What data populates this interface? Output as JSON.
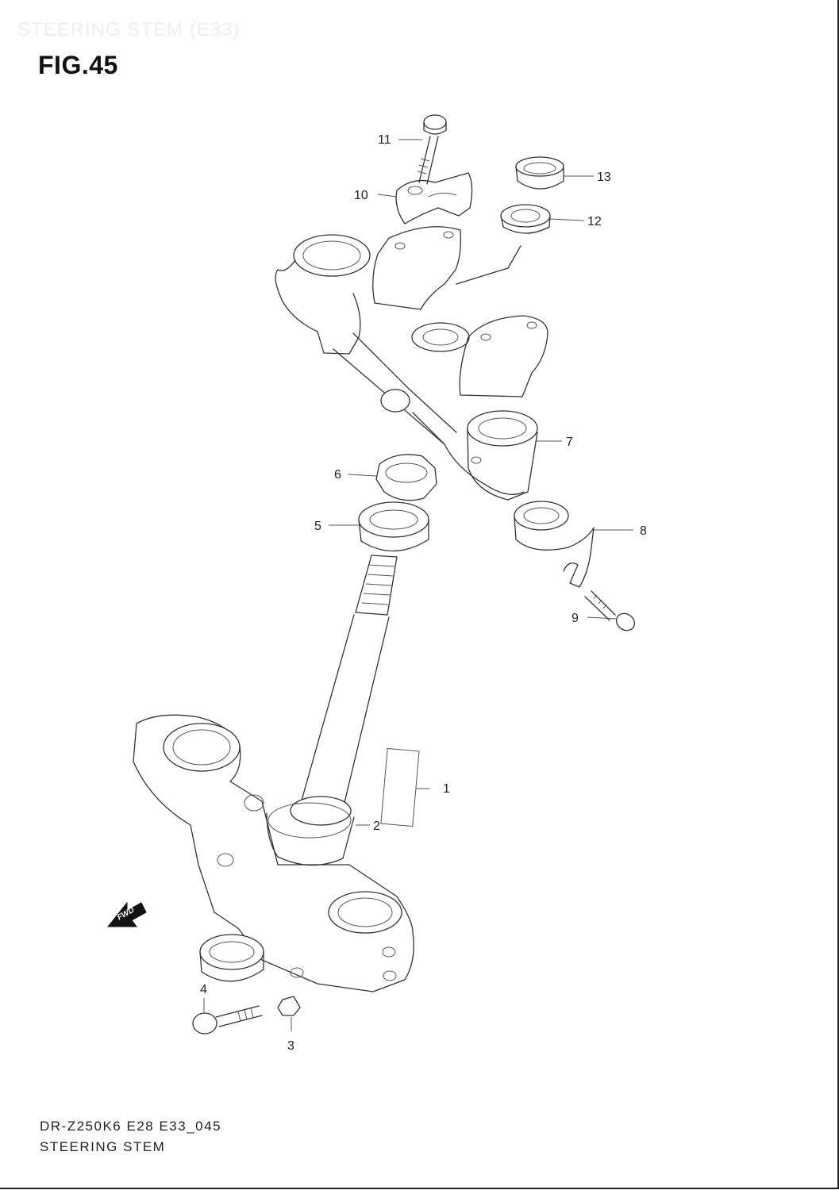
{
  "watermark": "STEERING STEM (E33)",
  "figure_label": "FIG.45",
  "footer": {
    "code": "DR-Z250K6 E28 E33_045",
    "name": "STEERING STEM"
  },
  "fwd_label": "FWD",
  "callouts": [
    {
      "id": "c1",
      "label": "1"
    },
    {
      "id": "c2",
      "label": "2"
    },
    {
      "id": "c3",
      "label": "3"
    },
    {
      "id": "c4",
      "label": "4"
    },
    {
      "id": "c5",
      "label": "5"
    },
    {
      "id": "c6",
      "label": "6"
    },
    {
      "id": "c7",
      "label": "7"
    },
    {
      "id": "c8",
      "label": "8"
    },
    {
      "id": "c9",
      "label": "9"
    },
    {
      "id": "c10",
      "label": "10"
    },
    {
      "id": "c11",
      "label": "11"
    },
    {
      "id": "c12",
      "label": "12"
    },
    {
      "id": "c13",
      "label": "13"
    }
  ]
}
